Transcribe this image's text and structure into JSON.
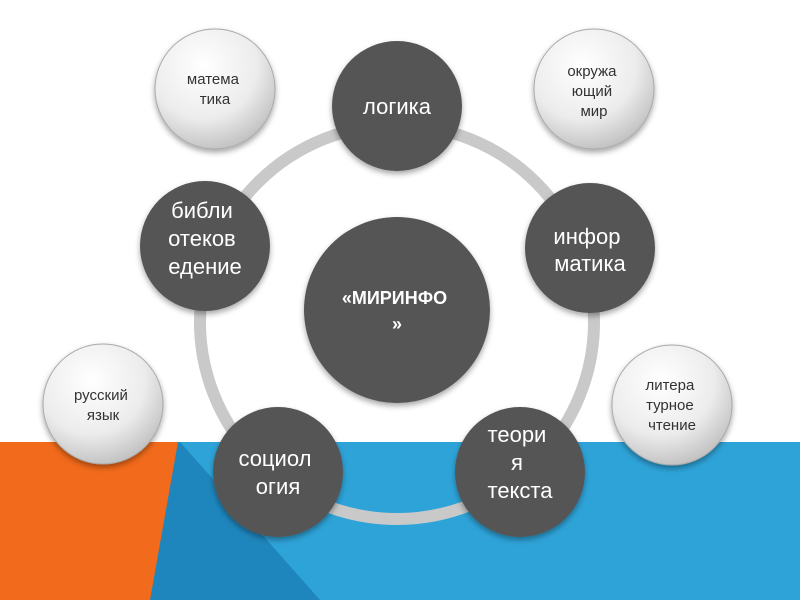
{
  "center": {
    "lines": [
      "«МИРИНФО",
      "»"
    ]
  },
  "nodes": [
    {
      "id": "logika",
      "lines": [
        "логика"
      ]
    },
    {
      "id": "informatika",
      "lines": [
        "инфор",
        "матика"
      ]
    },
    {
      "id": "teoriya-teksta",
      "lines": [
        "теори",
        "я",
        "текста"
      ]
    },
    {
      "id": "sociologiya",
      "lines": [
        "социол",
        "огия"
      ]
    },
    {
      "id": "bibliotekovedenie",
      "lines": [
        "библи",
        "отеков",
        "едение"
      ]
    }
  ],
  "satellites": [
    {
      "id": "matematika",
      "lines": [
        "матема",
        "тика"
      ]
    },
    {
      "id": "okruzhayushchiy-mir",
      "lines": [
        "окружа",
        "ющий",
        "мир"
      ]
    },
    {
      "id": "literaturnoe-chtenie",
      "lines": [
        "литера",
        "турное",
        "чтение"
      ]
    },
    {
      "id": "russkiy-yazyk",
      "lines": [
        "русский",
        "язык"
      ]
    }
  ],
  "colors": {
    "node_fill": "#555555",
    "ring": "#c9c9c9",
    "sat_fill_light": "#ffffff",
    "sat_fill_dark": "#c8c8c8",
    "band_blue": "#2ea3d8",
    "band_orange": "#f26a1b",
    "band_blue_dark": "#1e86bd"
  }
}
